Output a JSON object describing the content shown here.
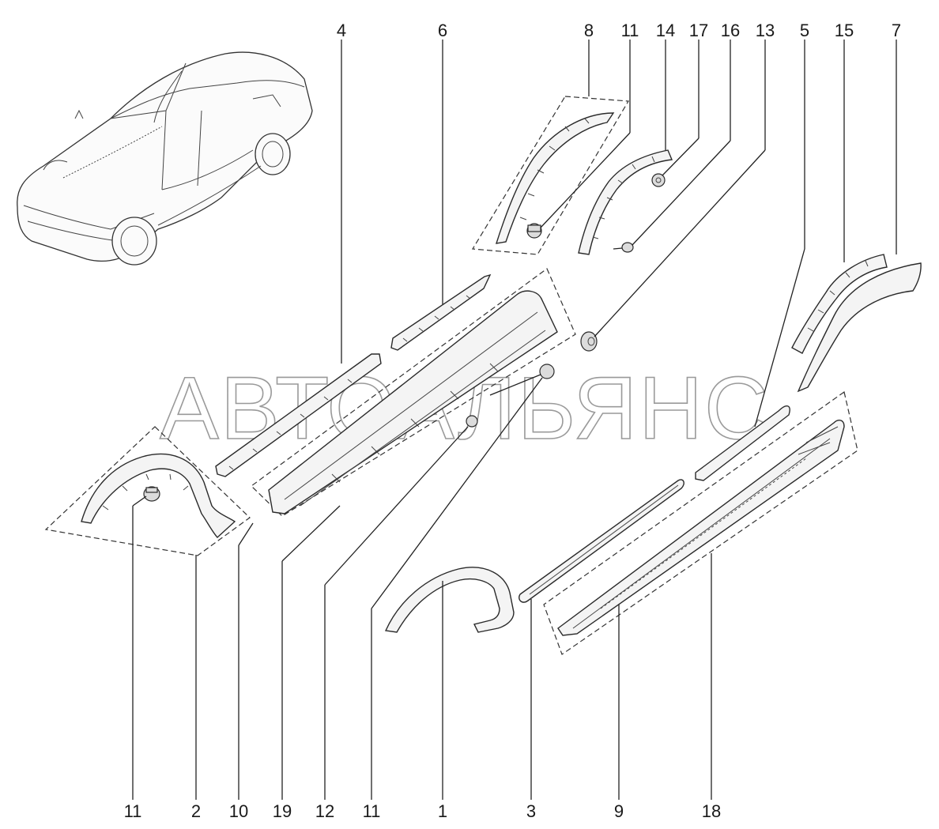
{
  "watermark": "АВТОАЛЬЯНС",
  "labels_top": [
    "4",
    "6",
    "8",
    "11",
    "14",
    "17",
    "16",
    "13",
    "5",
    "15",
    "7"
  ],
  "labels_bottom": [
    "11",
    "2",
    "10",
    "19",
    "12",
    "11",
    "1",
    "3",
    "9",
    "18"
  ],
  "colors": {
    "line": "#222222",
    "watermark": "#9a9a9a",
    "background": "#ffffff"
  }
}
